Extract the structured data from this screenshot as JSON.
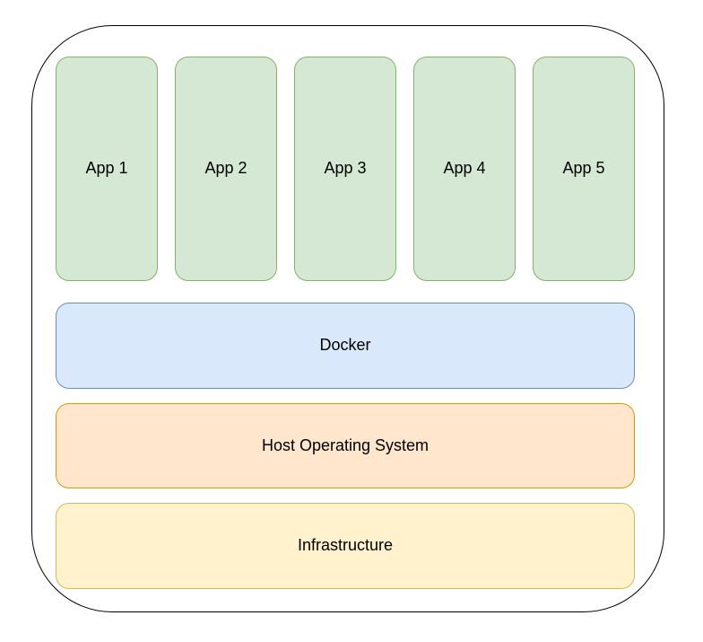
{
  "diagram": {
    "apps": [
      "App 1",
      "App 2",
      "App 3",
      "App 4",
      "App 5"
    ],
    "layers": [
      {
        "label": "Docker",
        "fill": "#dae8fc",
        "stroke": "#6c8ebf"
      },
      {
        "label": "Host Operating System",
        "fill": "#ffe6cc",
        "stroke": "#d79b00"
      },
      {
        "label": "Infrastructure",
        "fill": "#fff2cc",
        "stroke": "#d6b656"
      }
    ],
    "app_style": {
      "fill": "#d5e8d4",
      "stroke": "#82b366"
    },
    "outline_color": "#000000",
    "text_color": "#000000"
  }
}
